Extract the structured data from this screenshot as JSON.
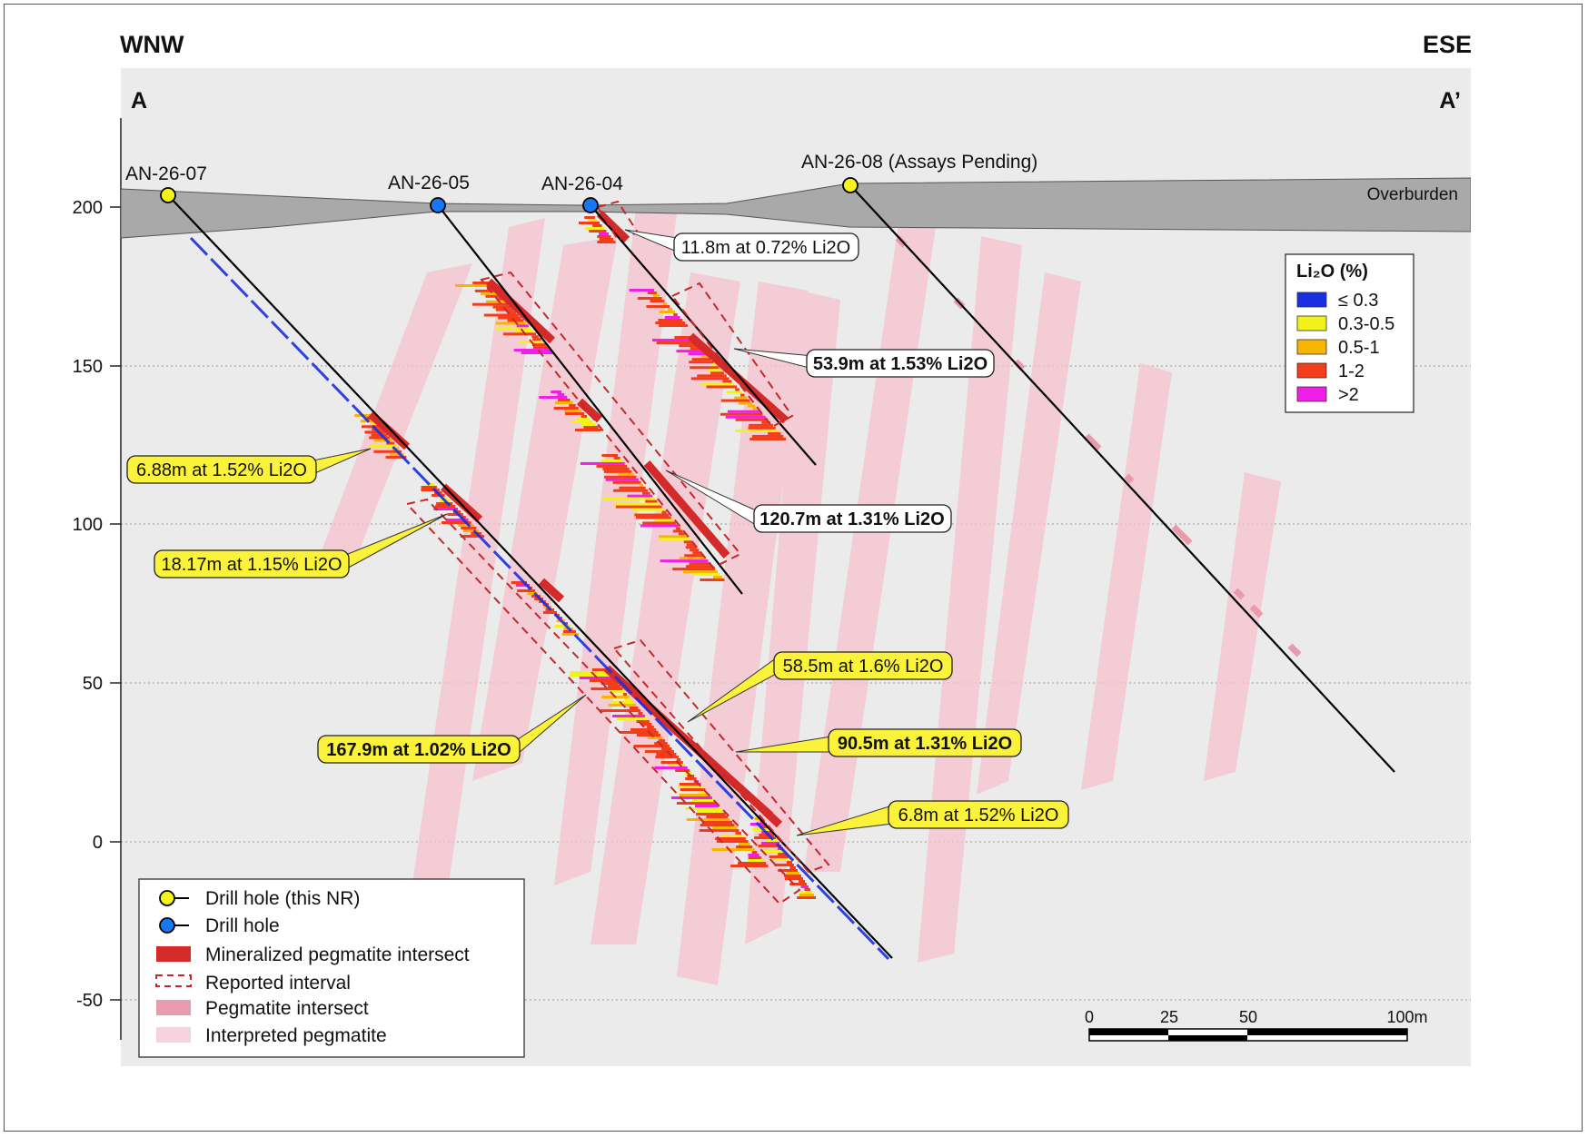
{
  "direction": {
    "left": "WNW",
    "right": "ESE"
  },
  "section": {
    "start": "A",
    "end": "A’"
  },
  "y_axis": {
    "ticks": [
      "200",
      "150",
      "100",
      "50",
      "0",
      "-50"
    ]
  },
  "overburden_label": "Overburden",
  "drill_holes": [
    {
      "name": "AN-26-07",
      "type": "this NR"
    },
    {
      "name": "AN-26-05",
      "type": "previous"
    },
    {
      "name": "AN-26-04",
      "type": "previous"
    },
    {
      "name": "AN-26-08 (Assays Pending)",
      "type": "this NR"
    }
  ],
  "intercepts": [
    {
      "text": "11.8m at 0.72% Li2O",
      "highlight": false,
      "bold": false
    },
    {
      "text": "53.9m at 1.53% Li2O",
      "highlight": false,
      "bold": true
    },
    {
      "text": "120.7m at 1.31% Li2O",
      "highlight": false,
      "bold": true
    },
    {
      "text": "6.88m at 1.52% Li2O",
      "highlight": true,
      "bold": false
    },
    {
      "text": "18.17m at 1.15% Li2O",
      "highlight": true,
      "bold": false
    },
    {
      "text": "58.5m at 1.6% Li2O",
      "highlight": true,
      "bold": false
    },
    {
      "text": "90.5m at 1.31% Li2O",
      "highlight": true,
      "bold": true
    },
    {
      "text": "167.9m at 1.02% Li2O",
      "highlight": true,
      "bold": true
    },
    {
      "text": "6.8m at 1.52% Li2O",
      "highlight": true,
      "bold": false
    }
  ],
  "grade_legend": {
    "title": "Li₂O (%)",
    "items": [
      {
        "label": "≤ 0.3",
        "color": "#1a2fe0"
      },
      {
        "label": "0.3-0.5",
        "color": "#f2f21a"
      },
      {
        "label": "0.5-1",
        "color": "#f7b500"
      },
      {
        "label": "1-2",
        "color": "#f23c1a"
      },
      {
        "label": ">2",
        "color": "#f01ee6"
      }
    ]
  },
  "symbol_legend": [
    {
      "label": "Drill hole (this NR)",
      "icon": "yellow-collar"
    },
    {
      "label": "Drill hole",
      "icon": "blue-collar"
    },
    {
      "label": "Mineralized pegmatite intersect",
      "icon": "red-bar"
    },
    {
      "label": "Reported interval",
      "icon": "dashed-box"
    },
    {
      "label": "Pegmatite intersect",
      "icon": "pink-bar"
    },
    {
      "label": "Interpreted pegmatite",
      "icon": "light-pink-bar"
    }
  ],
  "scale_bar": {
    "labels": [
      "0",
      "25",
      "50",
      "100m"
    ]
  },
  "colors": {
    "section_bg": "#ebebeb",
    "overburden": "#a9a9a9",
    "interpreted_pegmatite": "#f6c2cf",
    "pegmatite_intersect": "#e99aad",
    "mineralized": "#d42a2a",
    "highlight_box": "#fbf23a"
  }
}
